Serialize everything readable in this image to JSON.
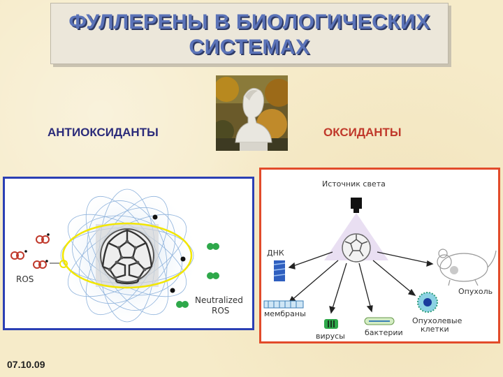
{
  "title": {
    "line1": "ФУЛЛЕРЕНЫ В БИОЛОГИЧЕСКИХ",
    "line2": "СИСТЕМАХ"
  },
  "subtitles": {
    "antioxidants": "АНТИОКСИДАНТЫ",
    "oxidants": "ОКСИДАНТЫ"
  },
  "left_diagram": {
    "ros_label": "ROS",
    "neutralized_line1": "Neutralized",
    "neutralized_line2": "ROS"
  },
  "right_diagram": {
    "light_source": "Источник света",
    "dna": "ДНК",
    "membranes": "мембраны",
    "viruses": "вирусы",
    "bacteria": "бактерии",
    "tumor_cells_line1": "Опухолевые",
    "tumor_cells_line2": "клетки",
    "tumor": "Опухоль"
  },
  "date": "07.10.09",
  "colors": {
    "title_text": "#5b73b8",
    "antioxidants": "#2b2b7a",
    "oxidants": "#c0392b",
    "left_border": "#2b3fb4",
    "right_border": "#e24b2a"
  }
}
